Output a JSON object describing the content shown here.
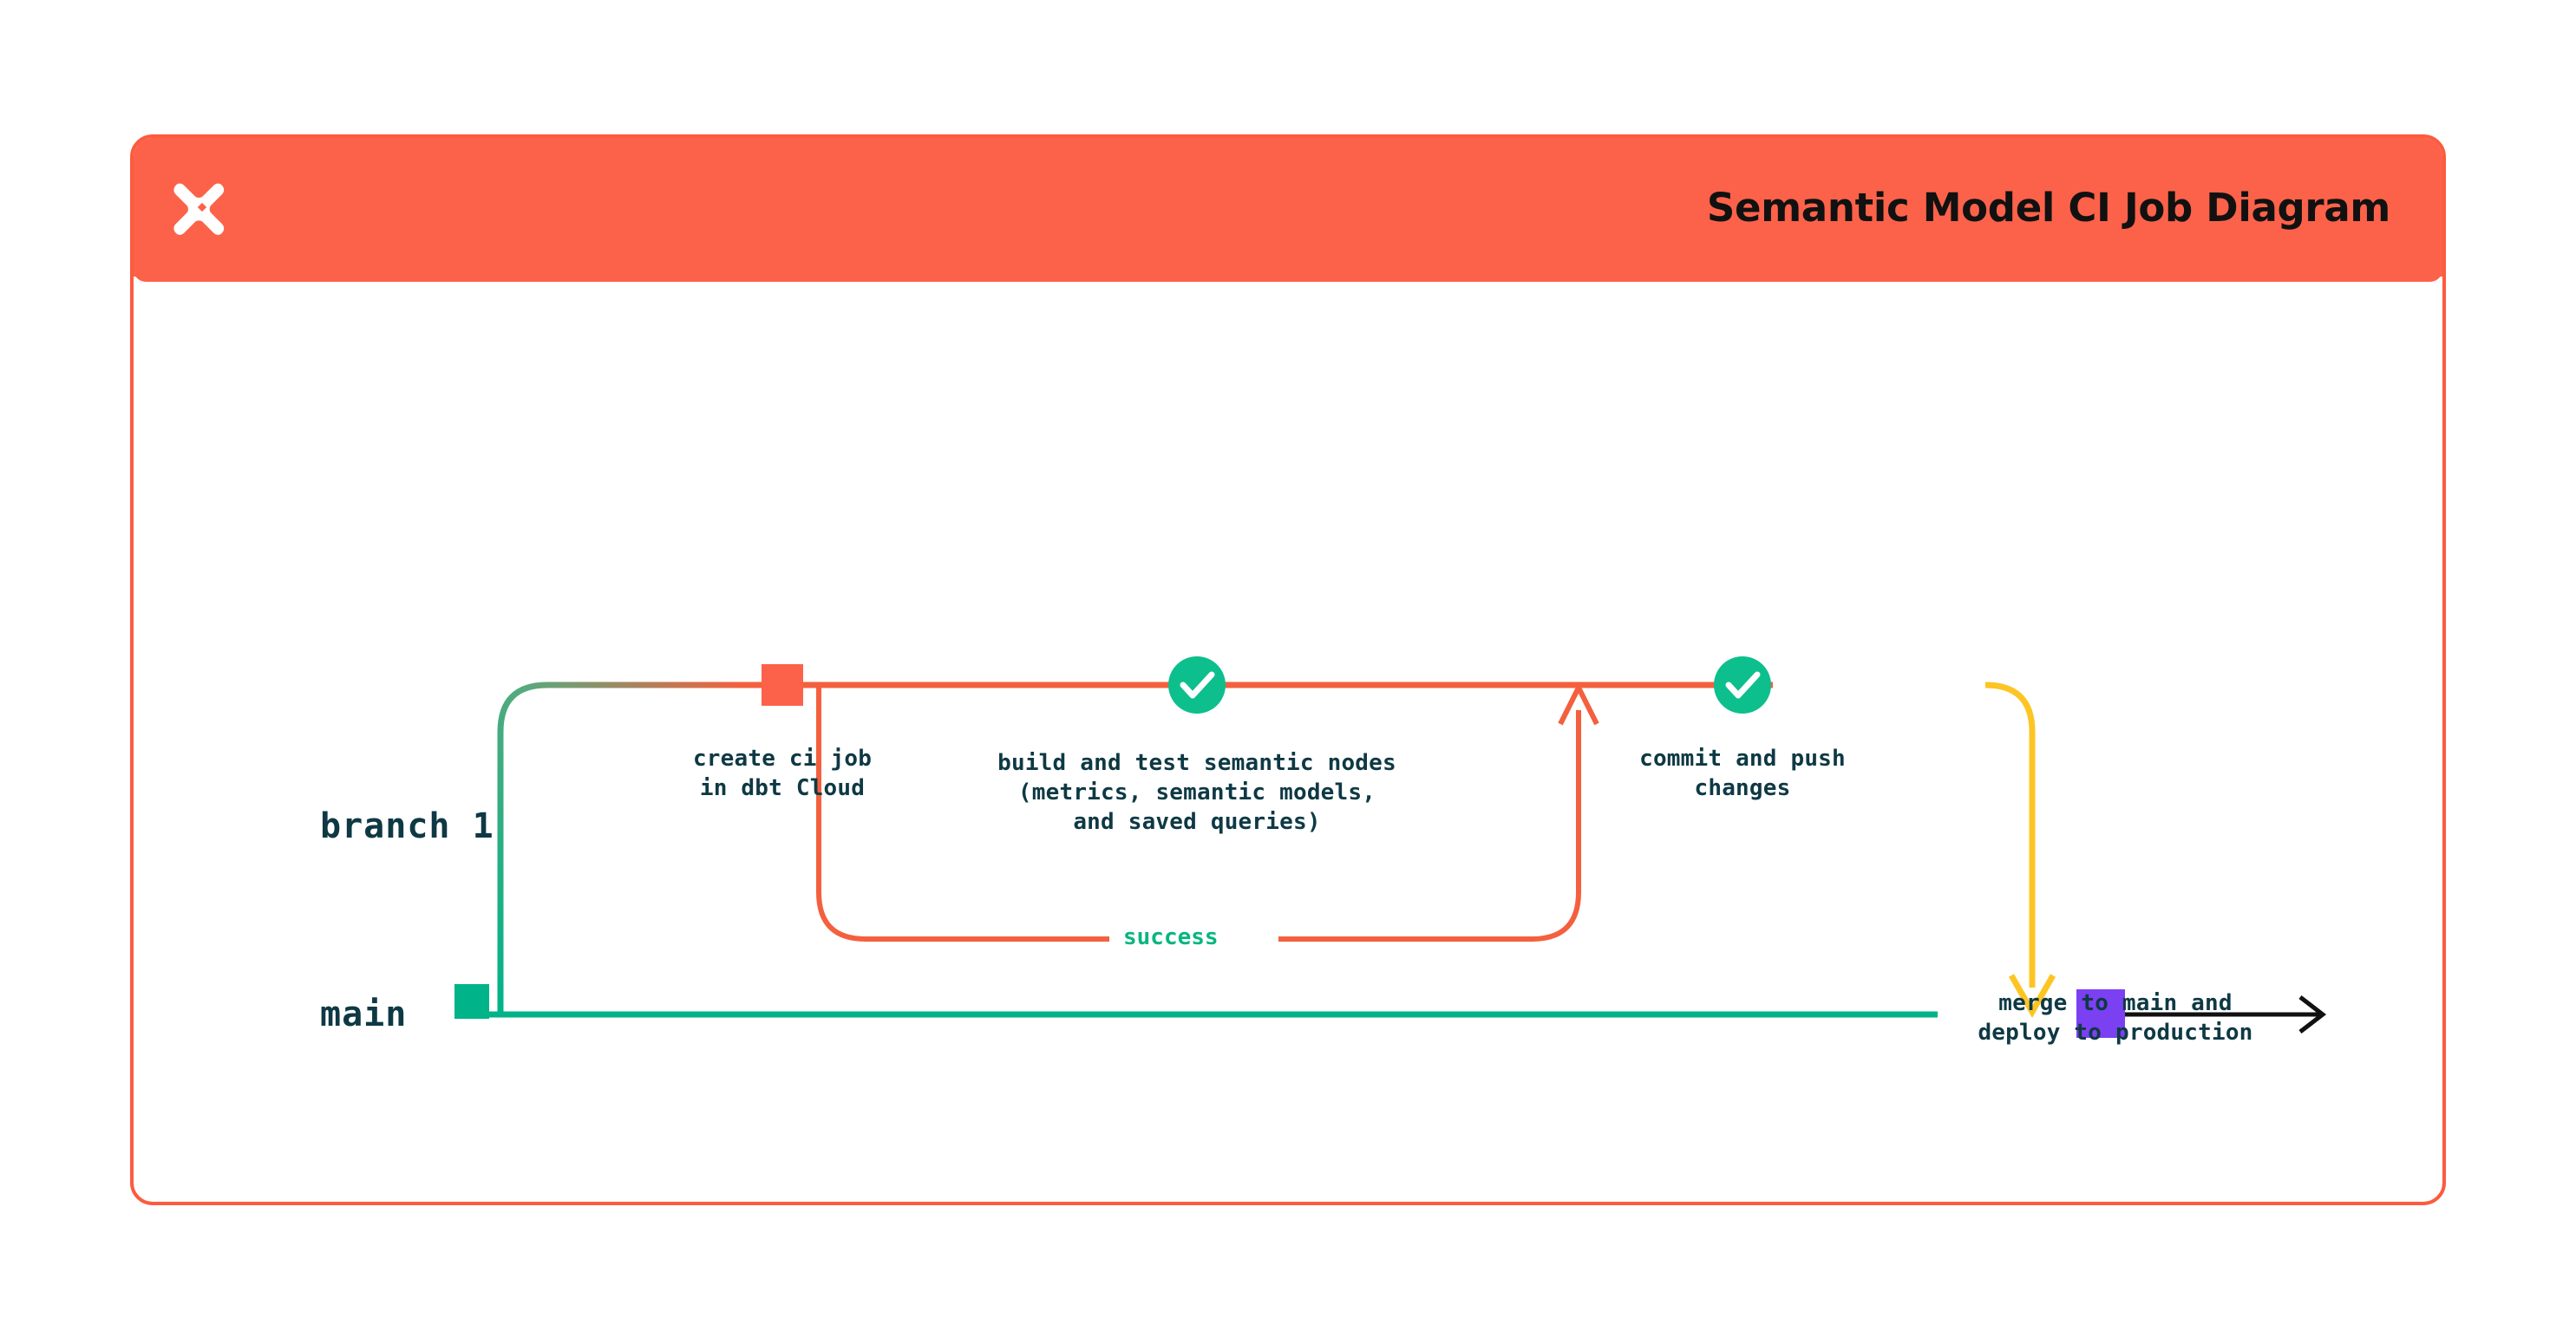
{
  "header": {
    "logo_icon": "dbt-x-logo-icon",
    "title": "Semantic Model CI Job Diagram"
  },
  "colors": {
    "brand_orange": "#FC6249",
    "card_border": "#FC5B3F",
    "branch_line": "#F4603E",
    "main_line": "#00B388",
    "merge_line": "#FCC523",
    "node_teal": "#00B388",
    "node_orange": "#FC6249",
    "node_purple": "#7B40F2",
    "check_green": "#0DBF8D",
    "success_text": "#07B67F",
    "label_text": "#0E3944",
    "arrow_black": "#111111"
  },
  "diagram": {
    "type": "git-branch-flow",
    "branches": [
      {
        "id": "branch1",
        "label": "branch 1",
        "color": "#F4603E",
        "row": "top"
      },
      {
        "id": "main",
        "label": "main",
        "color": "#00B388",
        "row": "bottom"
      }
    ],
    "nodes": [
      {
        "id": "main-start",
        "branch": "main",
        "marker": "square",
        "marker_color": "#00B388",
        "caption": ""
      },
      {
        "id": "create-ci-job",
        "branch": "branch1",
        "marker": "square",
        "marker_color": "#FC6249",
        "caption": "create ci job\nin dbt Cloud",
        "caption_lines": [
          "create ci job",
          "in dbt Cloud"
        ]
      },
      {
        "id": "build-and-test",
        "branch": "branch1",
        "marker": "check-circle",
        "marker_color": "#0DBF8D",
        "icon": "check-circle-icon",
        "caption": "build and test semantic nodes\n(metrics, semantic models,\nand saved queries)",
        "caption_lines": [
          "build and test semantic nodes",
          "(metrics, semantic models,",
          "and saved queries)"
        ]
      },
      {
        "id": "commit-and-push",
        "branch": "branch1",
        "marker": "check-circle",
        "marker_color": "#0DBF8D",
        "icon": "check-circle-icon",
        "caption": "commit and push\nchanges",
        "caption_lines": [
          "commit and push",
          "changes"
        ]
      },
      {
        "id": "merge-to-main",
        "branch": "main",
        "marker": "square",
        "marker_color": "#7B40F2",
        "caption": "merge to main and\ndeploy to production",
        "caption_lines": [
          "merge to main and",
          "deploy to production"
        ]
      }
    ],
    "edges": [
      {
        "id": "retry-loop",
        "from": "build-and-test",
        "to": "branch1",
        "label": "success",
        "label_color": "#07B67F",
        "color": "#F4603E",
        "style": "rounded-loop-with-arrow"
      },
      {
        "id": "merge-edge",
        "from": "commit-and-push",
        "to": "merge-to-main",
        "label": "",
        "color": "#FCC523",
        "style": "rounded-down-arrow"
      },
      {
        "id": "main-continues",
        "from": "merge-to-main",
        "to": "",
        "label": "",
        "color": "#111111",
        "style": "straight-arrow"
      }
    ]
  }
}
